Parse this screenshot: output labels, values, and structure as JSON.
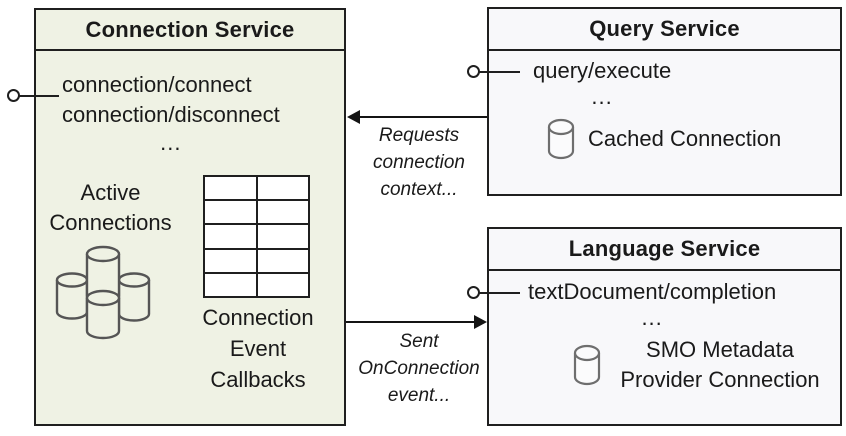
{
  "diagram": {
    "connection_service": {
      "title": "Connection Service",
      "methods": [
        "connection/connect",
        "connection/disconnect"
      ],
      "ellipsis": "...",
      "active_connections_label": "Active Connections",
      "callbacks_label": "Connection Event Callbacks"
    },
    "query_service": {
      "title": "Query Service",
      "method": "query/execute",
      "ellipsis": "...",
      "cache_label": "Cached Connection"
    },
    "language_service": {
      "title": "Language Service",
      "method": "textDocument/completion",
      "ellipsis": "...",
      "cache_label": "SMO Metadata Provider Connection"
    },
    "flows": {
      "requests_label": "Requests connection context...",
      "sent_label": "Sent OnConnection event..."
    },
    "colors": {
      "connection_box_bg": "#eff2e4",
      "service_box_bg": "#f8f8fa",
      "border": "#1f1f1f",
      "text": "#1a1a1a",
      "cylinder_cluster_stroke": "#555555",
      "cylinder_icon_stroke": "#6e6e6e"
    }
  }
}
